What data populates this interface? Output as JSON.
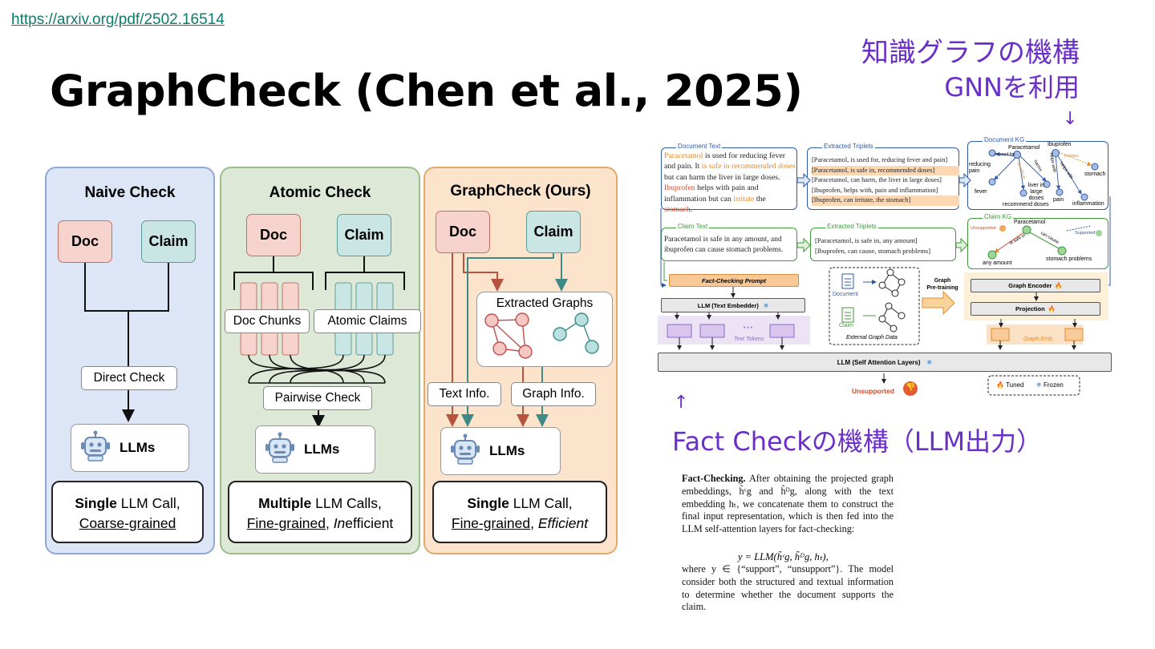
{
  "source_link": "https://arxiv.org/pdf/2502.16514",
  "slide_title": "GraphCheck (Chen et al., 2025)",
  "annotations": {
    "kg_mechanism": "知識グラフの機構",
    "uses_gnn": "GNNを利用",
    "down_arrow": "↓",
    "up_arrow": "↑",
    "fact_check": "Fact Checkの機構（LLM出力）"
  },
  "comparison": {
    "naive": {
      "title": "Naive Check",
      "doc": "Doc",
      "claim": "Claim",
      "check": "Direct Check",
      "llm": "LLMs",
      "bottom_bold": "Single",
      "bottom_rest": " LLM Call,",
      "bottom_line2": "Coarse-grained"
    },
    "atomic": {
      "title": "Atomic Check",
      "doc": "Doc",
      "claim": "Claim",
      "doc_chunks": "Doc Chunks",
      "atomic_claims": "Atomic Claims",
      "check": "Pairwise Check",
      "llm": "LLMs",
      "bottom_bold": "Multiple",
      "bottom_rest": " LLM Calls,",
      "bottom_line2a": "Fine-grained",
      "bottom_line2b": ", ",
      "bottom_line2c": "In",
      "bottom_line2d": "efficient"
    },
    "graphcheck": {
      "title": "GraphCheck (Ours)",
      "doc": "Doc",
      "claim": "Claim",
      "extracted": "Extracted Graphs",
      "text_info": "Text Info.",
      "graph_info": "Graph Info.",
      "llm": "LLMs",
      "bottom_bold": "Single",
      "bottom_rest": " LLM Call,",
      "bottom_line2a": "Fine-grained",
      "bottom_line2b": ", ",
      "bottom_line2c": "Efficient"
    }
  },
  "arch": {
    "document_text_label": "Document Text",
    "doc_text": {
      "t1": "Paracetamol",
      "t2": " is used for reducing fever and pain. It ",
      "t3": "is safe in recommended doses",
      "t4": " but can harm the liver in large doses. ",
      "t5": "Ibuprofen",
      "t6": " helps with pain and inflammation but can ",
      "t7": "irritate",
      "t8": " the ",
      "t9": "stomach",
      "t10": "."
    },
    "extracted_triplets_label": "Extracted Triplets",
    "doc_triplets": [
      "[Paracetamol, is used for, reducing fever and pain]",
      "[Paracetamol, is safe in, recommended doses]",
      "[Paracetamol, can harm, the liver in large doses]",
      "[Ibuprofen, helps with, pain and inflammation]",
      "[Ibuprofen, can irritate, the stomach]"
    ],
    "document_kg_label": "Document KG",
    "doc_kg_nodes": [
      "Paracetamol",
      "Ibuprofen",
      "reducing pain",
      "fever",
      "stomach",
      "liver in large doses",
      "pain",
      "recommend doses",
      "inflammation"
    ],
    "doc_kg_edges": [
      "is used for",
      "is safe in",
      "harms",
      "helps with",
      "irritates",
      "helps with"
    ],
    "claim_text_label": "Claim Text",
    "claim_text": "Paracetamol is safe in any amount, and ibuprofen can cause stomach problems.",
    "claim_triplets": [
      "[Paracetamol, is safe in, any amount]",
      "[Ibuprofen, can cause, stomach problems]"
    ],
    "claim_kg_label": "Claim KG",
    "claim_kg_nodes": [
      "Paracetamol",
      "any amount",
      "stomach problems"
    ],
    "claim_kg_edges": [
      "is safe in",
      "can cause"
    ],
    "unsupported_small": "Unsupported",
    "supported_small": "Supported",
    "fact_prompt": "Fact-Checking Prompt",
    "llm_embedder": "LLM (Text Embedder)",
    "text_tokens": "Text Tokens",
    "dots": "• • •",
    "document": "Document",
    "claim": "Claim",
    "graph_pretraining": "Graph\nPre-training",
    "external_graph_data": "External Graph Data",
    "graph_encoder": "Graph Encoder",
    "projection": "Projection",
    "graph_emb": "Graph Emb.",
    "llm_self_attn": "LLM (Self Attention Layers)",
    "unsupported": "Unsupported",
    "tuned": "Tuned",
    "frozen": "Frozen",
    "colors": {
      "blue": "#2f5aa8",
      "green": "#3f9a3a",
      "orange": "#e38b2c",
      "red": "#d04a2a"
    }
  },
  "paper": {
    "para1_bold": "Fact-Checking.",
    "para1": " After obtaining the projected graph embeddings, h̃ᶜg and h̃ᴰg, along with the text embedding hₜ, we concatenate them to construct the final input representation, which is then fed into the LLM self-attention layers for fact-checking:",
    "equation": "y = LLM(h̃ᶜg, h̃ᴰg, hₜ),",
    "para2": "where y ∈ {“support”, “unsupport”}. The model consider both the structured and textual information to determine whether the document supports the claim."
  }
}
